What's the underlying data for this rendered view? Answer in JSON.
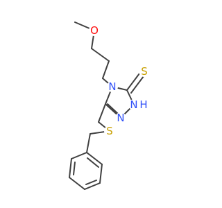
{
  "molecule": {
    "atoms": {
      "oxygen": {
        "symbol": "O",
        "color": "#ff0d0d"
      },
      "ring_n4": {
        "symbol": "N",
        "color": "#3050f8"
      },
      "ring_n_lower": {
        "symbol": "N",
        "color": "#3050f8"
      },
      "ring_nh": {
        "symbol": "N",
        "color": "#3050f8"
      },
      "thione_s": {
        "symbol": "S",
        "color": "#c8a000"
      },
      "thioether_s": {
        "symbol": "S",
        "color": "#c8a000"
      },
      "hydrogen": {
        "symbol": "H",
        "color": "#3050f8"
      }
    },
    "bond_color": "#404040"
  }
}
